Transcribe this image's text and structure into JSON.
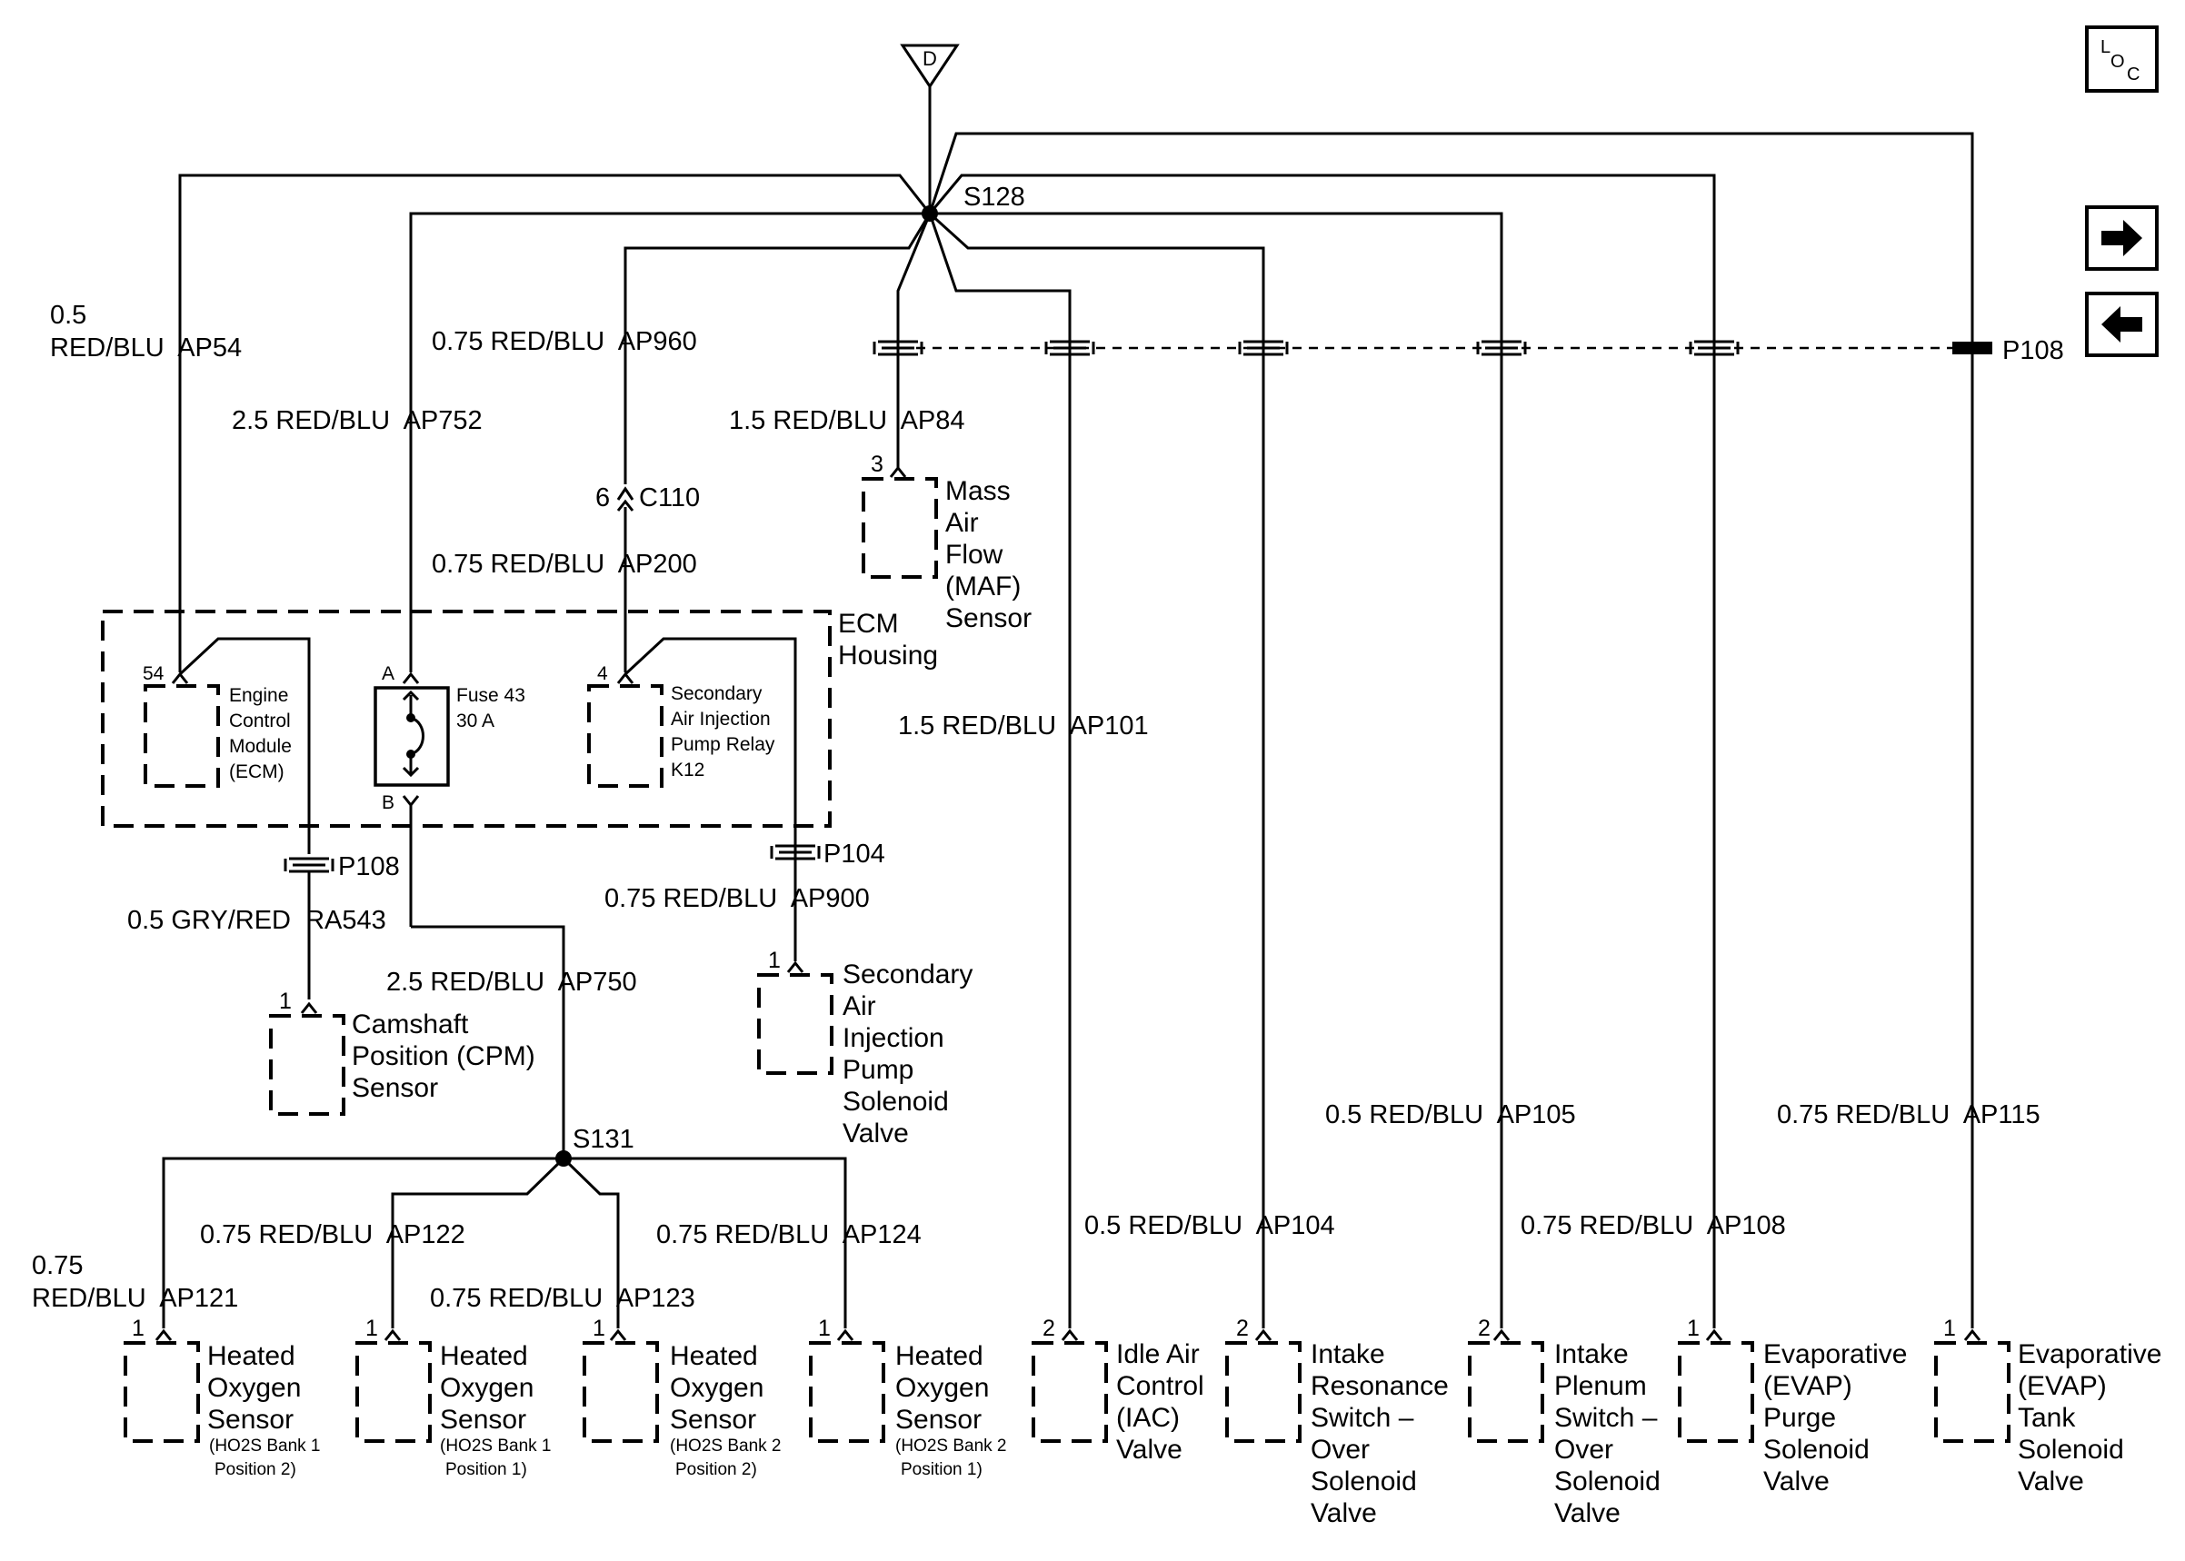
{
  "ground": "D",
  "loc_button": {
    "l": "L",
    "o": "O",
    "c": "C"
  },
  "nav": {
    "forward": "right-arrow-icon",
    "back": "left-arrow-icon"
  },
  "splices": {
    "s128": "S128",
    "s131": "S131"
  },
  "wires": {
    "ap54_gauge": "0.5",
    "ap54_rest": "RED/BLU  AP54",
    "ap752": "2.5 RED/BLU  AP752",
    "ap960": "0.75 RED/BLU  AP960",
    "ap84": "1.5 RED/BLU  AP84",
    "ap200": "0.75 RED/BLU  AP200",
    "ap101": "1.5 RED/BLU  AP101",
    "ra543": "0.5 GRY/RED  RA543",
    "ap900": "0.75 RED/BLU  AP900",
    "ap750": "2.5 RED/BLU  AP750",
    "ap105": "0.5 RED/BLU  AP105",
    "ap115": "0.75 RED/BLU  AP115",
    "ap122": "0.75 RED/BLU  AP122",
    "ap124": "0.75 RED/BLU  AP124",
    "ap104": "0.5 RED/BLU  AP104",
    "ap108": "0.75 RED/BLU  AP108",
    "ap121_gauge": "0.75",
    "ap121_rest": "RED/BLU  AP121",
    "ap123": "0.75 RED/BLU  AP123"
  },
  "connectors": {
    "p108_top": "P108",
    "c110": "C110",
    "c110_pin": "6",
    "p108_left": "P108",
    "p104": "P104"
  },
  "ecm_housing": [
    "ECM",
    "Housing"
  ],
  "ecm": {
    "pin": "54",
    "lines": [
      "Engine",
      "Control",
      "Module",
      "(ECM)"
    ]
  },
  "fuse": {
    "pin_a": "A",
    "pin_b": "B",
    "lines": [
      "Fuse 43",
      "30 A"
    ]
  },
  "relay": {
    "pin": "4",
    "lines": [
      "Secondary",
      "Air Injection",
      "Pump Relay",
      "K12"
    ]
  },
  "maf": {
    "pin": "3",
    "lines": [
      "Mass",
      "Air",
      "Flow",
      "(MAF)",
      "Sensor"
    ]
  },
  "cmp": {
    "pin": "1",
    "lines": [
      "Camshaft",
      "Position (CPM)",
      "Sensor"
    ]
  },
  "sai_valve": {
    "pin": "1",
    "lines": [
      "Secondary",
      "Air",
      "Injection",
      "Pump",
      "Solenoid",
      "Valve"
    ]
  },
  "ho2s_b1p2": {
    "pin": "1",
    "lines": [
      "Heated",
      "Oxygen",
      "Sensor"
    ],
    "sub": [
      "(HO2S Bank 1",
      "Position 2)"
    ]
  },
  "ho2s_b1p1": {
    "pin": "1",
    "lines": [
      "Heated",
      "Oxygen",
      "Sensor"
    ],
    "sub": [
      "(HO2S Bank 1",
      "Position 1)"
    ]
  },
  "ho2s_b2p2": {
    "pin": "1",
    "lines": [
      "Heated",
      "Oxygen",
      "Sensor"
    ],
    "sub": [
      "(HO2S Bank 2",
      "Position 2)"
    ]
  },
  "ho2s_b2p1": {
    "pin": "1",
    "lines": [
      "Heated",
      "Oxygen",
      "Sensor"
    ],
    "sub": [
      "(HO2S Bank 2",
      "Position 1)"
    ]
  },
  "iac": {
    "pin": "2",
    "lines": [
      "Idle Air",
      "Control",
      "(IAC)",
      "Valve"
    ]
  },
  "irs": {
    "pin": "2",
    "lines": [
      "Intake",
      "Resonance",
      "Switch –",
      "Over",
      "Solenoid",
      "Valve"
    ]
  },
  "ips": {
    "pin": "2",
    "lines": [
      "Intake",
      "Plenum",
      "Switch –",
      "Over",
      "Solenoid",
      "Valve"
    ]
  },
  "evap_purge": {
    "pin": "1",
    "lines": [
      "Evaporative",
      "(EVAP)",
      "Purge",
      "Solenoid",
      "Valve"
    ]
  },
  "evap_tank": {
    "pin": "1",
    "lines": [
      "Evaporative",
      "(EVAP)",
      "Tank",
      "Solenoid",
      "Valve"
    ]
  }
}
